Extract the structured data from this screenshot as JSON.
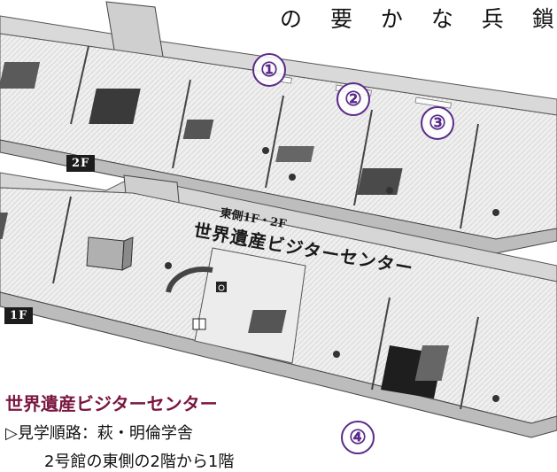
{
  "header_text": "の 要 か な 兵 鎖 る 鎖",
  "markers": [
    "①",
    "②",
    "③",
    "④"
  ],
  "floor_tags": {
    "upper": "2F",
    "lower": "1F"
  },
  "center_label": {
    "small": "東側1F・2F",
    "big": "世界遺産ビジターセンター"
  },
  "caption": {
    "title": "世界遺産ビジターセンター",
    "route": "▷見学順路：萩・明倫学舎",
    "route_cont": "2号館の東側の2階から1階"
  },
  "colors": {
    "accent_purple": "#5a2a8a",
    "title_red": "#7a1640",
    "floor_tag_bg": "#1c1c1c"
  },
  "icons": [
    "wheelchair-icon",
    "restroom-icon"
  ]
}
